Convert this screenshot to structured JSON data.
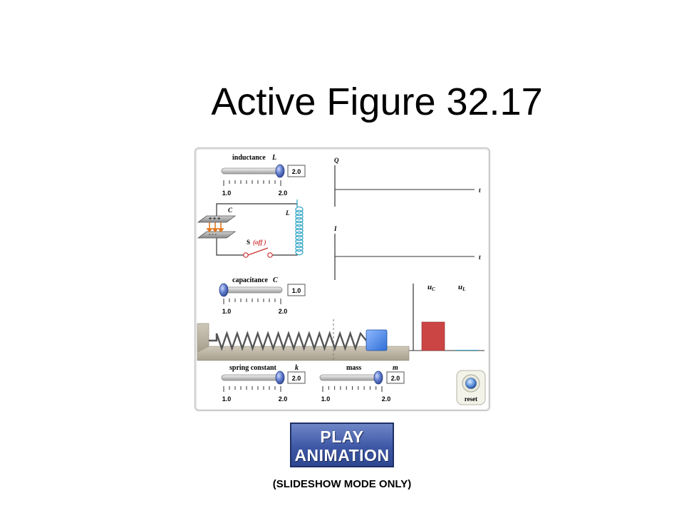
{
  "slide": {
    "title": "Active Figure 32.17",
    "play_button": {
      "line1": "PLAY",
      "line2": "ANIMATION"
    },
    "footer": "(SLIDESHOW MODE ONLY)"
  },
  "simulation": {
    "inductance": {
      "label": "inductance",
      "symbol": "L",
      "value": "2.0",
      "min": "1.0",
      "max": "2.0",
      "level": 1.0
    },
    "capacitance": {
      "label": "capacitance",
      "symbol": "C",
      "value": "1.0",
      "min": "1.0",
      "max": "2.0",
      "level": 0.0
    },
    "spring_constant": {
      "label": "spring constant",
      "symbol": "k",
      "value": "2.0",
      "min": "1.0",
      "max": "2.0",
      "level": 1.0
    },
    "mass": {
      "label": "mass",
      "symbol": "m",
      "value": "2.0",
      "min": "1.0",
      "max": "2.0",
      "level": 1.0
    },
    "circuit": {
      "capacitor_label": "C",
      "inductor_label": "L",
      "switch_label": "S",
      "switch_state": "(off )",
      "plus_signs": "+ + +",
      "minus_signs": "- - -"
    },
    "graphs": {
      "charge_axis": "Q",
      "current_axis": "I",
      "time_axis": "t"
    },
    "energy": {
      "uc_label": "u",
      "uc_sub": "C",
      "ul_label": "u",
      "ul_sub": "L",
      "uc_fraction": 1.0,
      "ul_fraction": 0.0
    },
    "reset_label": "reset",
    "colors": {
      "slider_knob": "#5b78c9",
      "energy_bar": "#cc4545",
      "block": "#4f8ae6",
      "inductor": "#3aa8c8",
      "switch": "#cc3333",
      "arrows": "#e07820"
    }
  }
}
